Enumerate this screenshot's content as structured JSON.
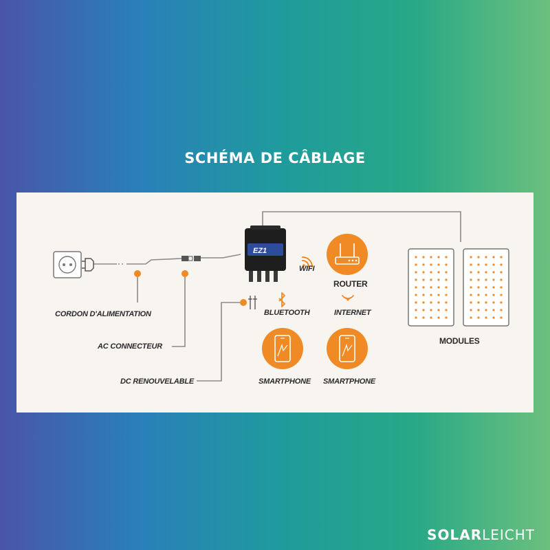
{
  "title": "SCHÉMA DE CÂBLAGE",
  "labels": {
    "cordon": "CORDON D'ALIMENTATION",
    "ac": "AC  CONNECTEUR",
    "dc": "DC RENOUVELABLE",
    "wifi": "WIFI",
    "router": "ROUTER",
    "bluetooth": "BLUETOOTH",
    "internet": "INTERNET",
    "smartphone1": "SMARTPHONE",
    "smartphone2": "SMARTPHONE",
    "modules": "MODULES"
  },
  "device": {
    "model": "EZ1"
  },
  "brand": {
    "part1": "SOLAR",
    "part2": "LEICHT"
  },
  "colors": {
    "accent": "#f08a24",
    "line": "#8a8a8a",
    "dark": "#3a3a3a"
  },
  "icons": [
    "wall-socket-icon",
    "power-plug-icon",
    "ac-connector-icon",
    "microinverter-icon",
    "wifi-icon",
    "router-icon",
    "bluetooth-icon",
    "internet-signal-icon",
    "smartphone-icon",
    "solar-module-icon",
    "dc-connector-icon"
  ]
}
